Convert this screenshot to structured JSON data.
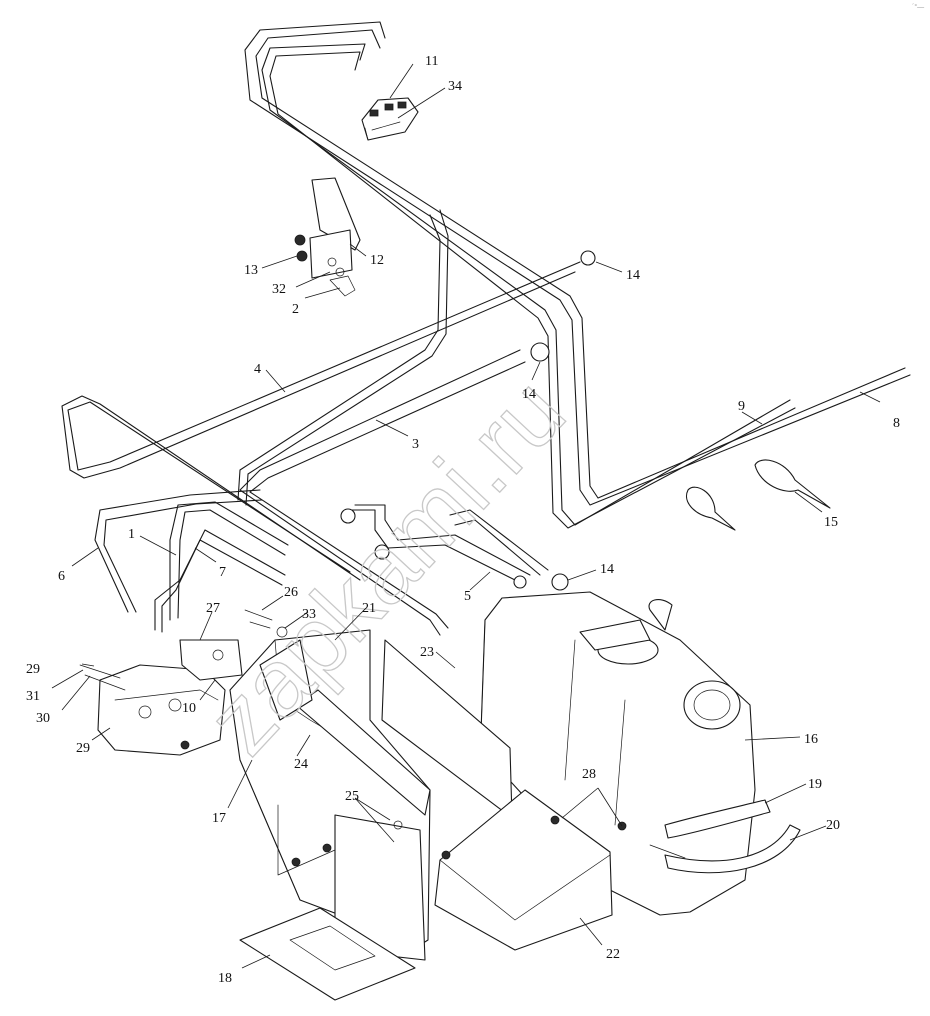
{
  "watermark": "zapkami.ru",
  "corner_mark": "´°—",
  "callouts": [
    {
      "id": "c1",
      "text": "1"
    },
    {
      "id": "c2",
      "text": "2"
    },
    {
      "id": "c3",
      "text": "3"
    },
    {
      "id": "c4",
      "text": "4"
    },
    {
      "id": "c5",
      "text": "5"
    },
    {
      "id": "c6",
      "text": "6"
    },
    {
      "id": "c7",
      "text": "7"
    },
    {
      "id": "c8",
      "text": "8"
    },
    {
      "id": "c9",
      "text": "9"
    },
    {
      "id": "c10",
      "text": "10"
    },
    {
      "id": "c11",
      "text": "11"
    },
    {
      "id": "c12",
      "text": "12"
    },
    {
      "id": "c13",
      "text": "13"
    },
    {
      "id": "c14a",
      "text": "14"
    },
    {
      "id": "c14b",
      "text": "14"
    },
    {
      "id": "c14c",
      "text": "14"
    },
    {
      "id": "c15",
      "text": "15"
    },
    {
      "id": "c16",
      "text": "16"
    },
    {
      "id": "c17",
      "text": "17"
    },
    {
      "id": "c18",
      "text": "18"
    },
    {
      "id": "c19",
      "text": "19"
    },
    {
      "id": "c20",
      "text": "20"
    },
    {
      "id": "c21",
      "text": "21"
    },
    {
      "id": "c22",
      "text": "22"
    },
    {
      "id": "c23",
      "text": "23"
    },
    {
      "id": "c24",
      "text": "24"
    },
    {
      "id": "c25",
      "text": "25"
    },
    {
      "id": "c26",
      "text": "26"
    },
    {
      "id": "c27",
      "text": "27"
    },
    {
      "id": "c28",
      "text": "28"
    },
    {
      "id": "c29a",
      "text": "29"
    },
    {
      "id": "c29b",
      "text": "29"
    },
    {
      "id": "c30",
      "text": "30"
    },
    {
      "id": "c31",
      "text": "31"
    },
    {
      "id": "c32",
      "text": "32"
    },
    {
      "id": "c33",
      "text": "33"
    },
    {
      "id": "c34",
      "text": "34"
    }
  ]
}
